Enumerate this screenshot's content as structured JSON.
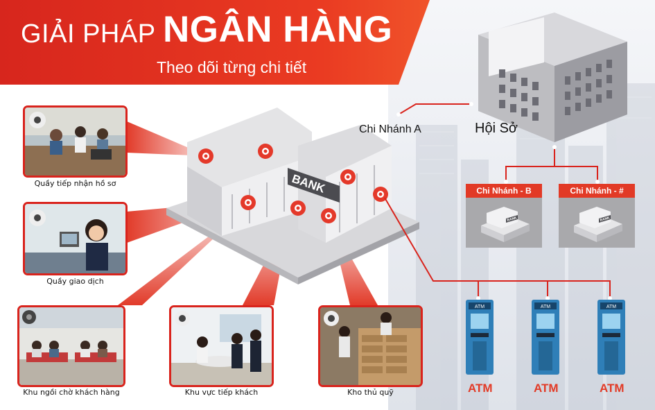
{
  "header": {
    "title_prefix": "GIẢI PHÁP",
    "title_main": "NGÂN HÀNG",
    "subtitle": "Theo dõi từng chi tiết"
  },
  "building": {
    "sign": "BANK"
  },
  "areas": [
    {
      "caption": "Quầy tiếp nhận hồ sơ"
    },
    {
      "caption": "Quầy giao dịch"
    },
    {
      "caption": "Khu ngồi chờ khách hàng"
    },
    {
      "caption": "Khu vực tiếp khách"
    },
    {
      "caption": "Kho thủ quỹ"
    }
  ],
  "network": {
    "headquarters": "Hội Sở",
    "branch_a": "Chi Nhánh A",
    "branches": [
      {
        "label": "Chi Nhánh - B",
        "sign": "BANK"
      },
      {
        "label": "Chi Nhánh - #",
        "sign": "BANK"
      }
    ],
    "atms": [
      {
        "screen_label": "ATM",
        "label": "ATM"
      },
      {
        "screen_label": "ATM",
        "label": "ATM"
      },
      {
        "screen_label": "ATM",
        "label": "ATM"
      }
    ]
  },
  "colors": {
    "brand_red": "#e23a26",
    "banner_red": "#d7261d",
    "atm_blue": "#2f7fb8",
    "building_gray": "#c9c9cc"
  }
}
